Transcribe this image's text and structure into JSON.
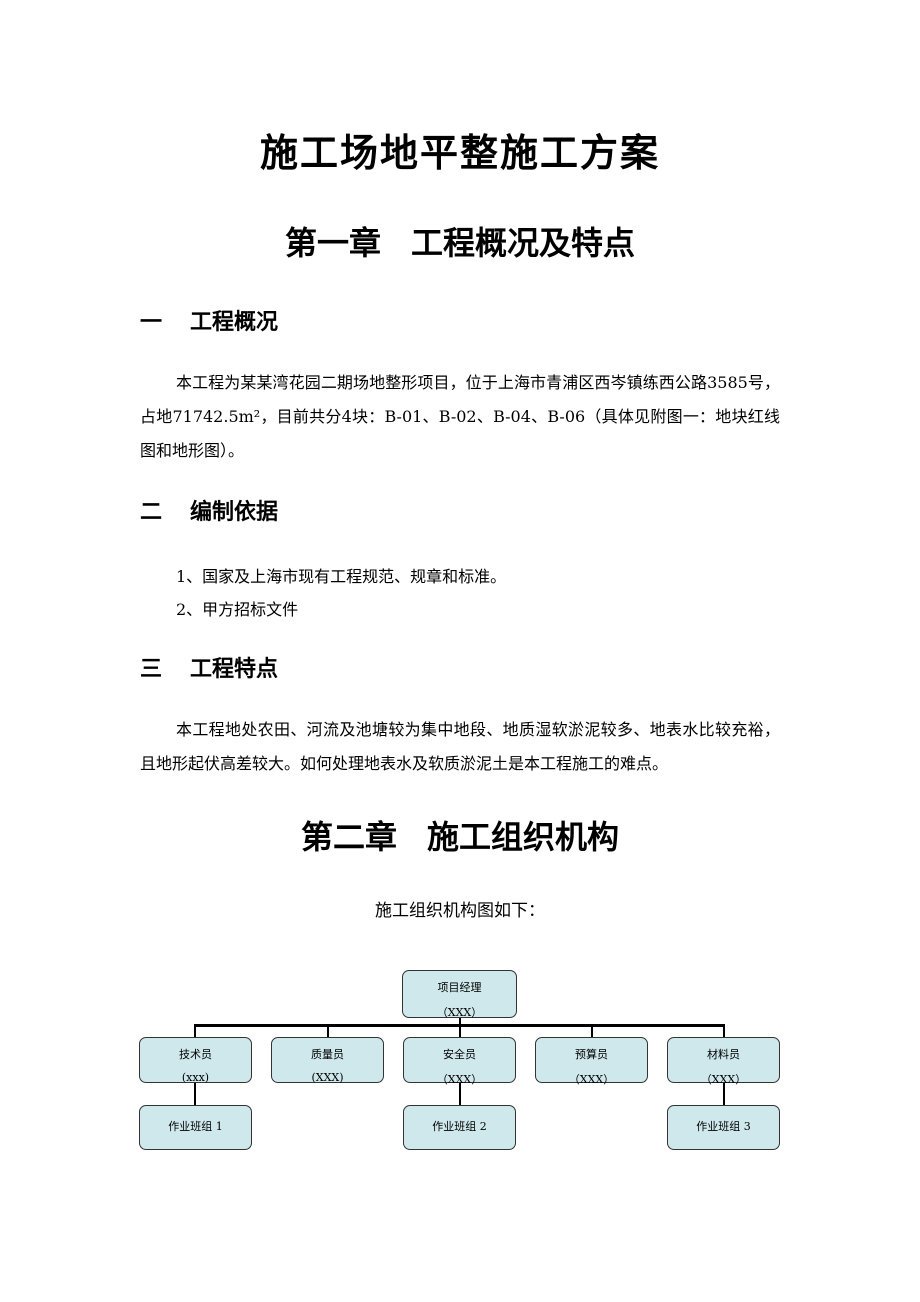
{
  "title": "施工场地平整施工方案",
  "chapter1": {
    "num": "第一章",
    "text": "工程概况及特点"
  },
  "sec1": {
    "num": "一",
    "text": "工程概况"
  },
  "sec1_para": "本工程为某某湾花园二期场地整形项目，位于上海市青浦区西岑镇练西公路3585号，占地71742.5m²，目前共分4块：B-01、B-02、B-04、B-06（具体见附图一：地块红线图和地形图）。",
  "sec2": {
    "num": "二",
    "text": "编制依据"
  },
  "sec2_items": [
    "1、国家及上海市现有工程规范、规章和标准。",
    "2、甲方招标文件"
  ],
  "sec3": {
    "num": "三",
    "text": "工程特点"
  },
  "sec3_para": "本工程地处农田、河流及池塘较为集中地段、地质湿软淤泥较多、地表水比较充裕，且地形起伏高差较大。如何处理地表水及软质淤泥土是本工程施工的难点。",
  "chapter2": {
    "num": "第二章",
    "text": "施工组织机构"
  },
  "org_caption": "施工组织机构图如下：",
  "org": {
    "manager": {
      "title": "项目经理",
      "name": "（XXX）"
    },
    "staff": [
      {
        "title": "技术员",
        "name": "(xxx)"
      },
      {
        "title": "质量员",
        "name": "(XXX)"
      },
      {
        "title": "安全员",
        "name": "（XXX）"
      },
      {
        "title": "预算员",
        "name": "（XXX）"
      },
      {
        "title": "材料员",
        "name": "（XXX）"
      }
    ],
    "teams": [
      "作业班组 1",
      "作业班组 2",
      "作业班组 3"
    ]
  }
}
